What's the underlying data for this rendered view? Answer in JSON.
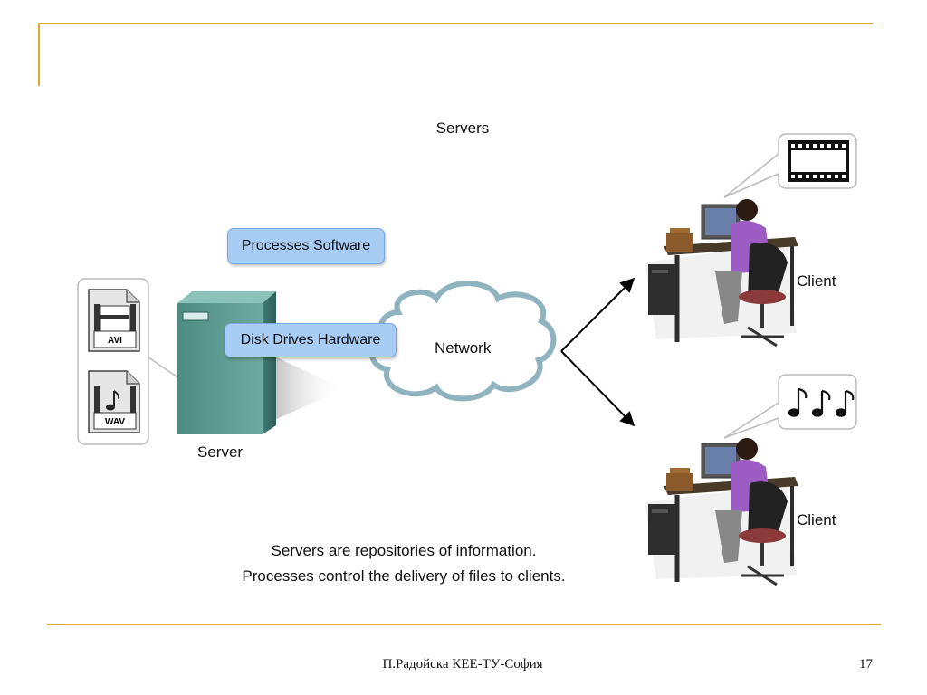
{
  "slide": {
    "title": "Servers"
  },
  "diagram": {
    "server_label": "Server",
    "network_label": "Network",
    "processes_software": "Processes Software",
    "disk_drives_hardware": "Disk Drives Hardware",
    "client_top_label": "Client",
    "client_bottom_label": "Client",
    "file_avi": "AVI",
    "file_wav": "WAV",
    "icons": [
      "avi-file-icon",
      "wav-file-icon",
      "server-tower-icon",
      "network-cloud-icon",
      "film-strip-icon",
      "music-notes-icon",
      "workstation-user-icon"
    ],
    "colors": {
      "accent": "#e0a92a",
      "pill": "#a8cdf5",
      "server": "#5f9a8f",
      "cloud_stroke": "#8fb3bf",
      "shirt": "#9d5bc4"
    }
  },
  "captions": {
    "line1": "Servers are repositories of information.",
    "line2": "Processes control the delivery of files to clients."
  },
  "footer": {
    "text": "П.Радойска КЕЕ-ТУ-София",
    "page_number": "17"
  }
}
